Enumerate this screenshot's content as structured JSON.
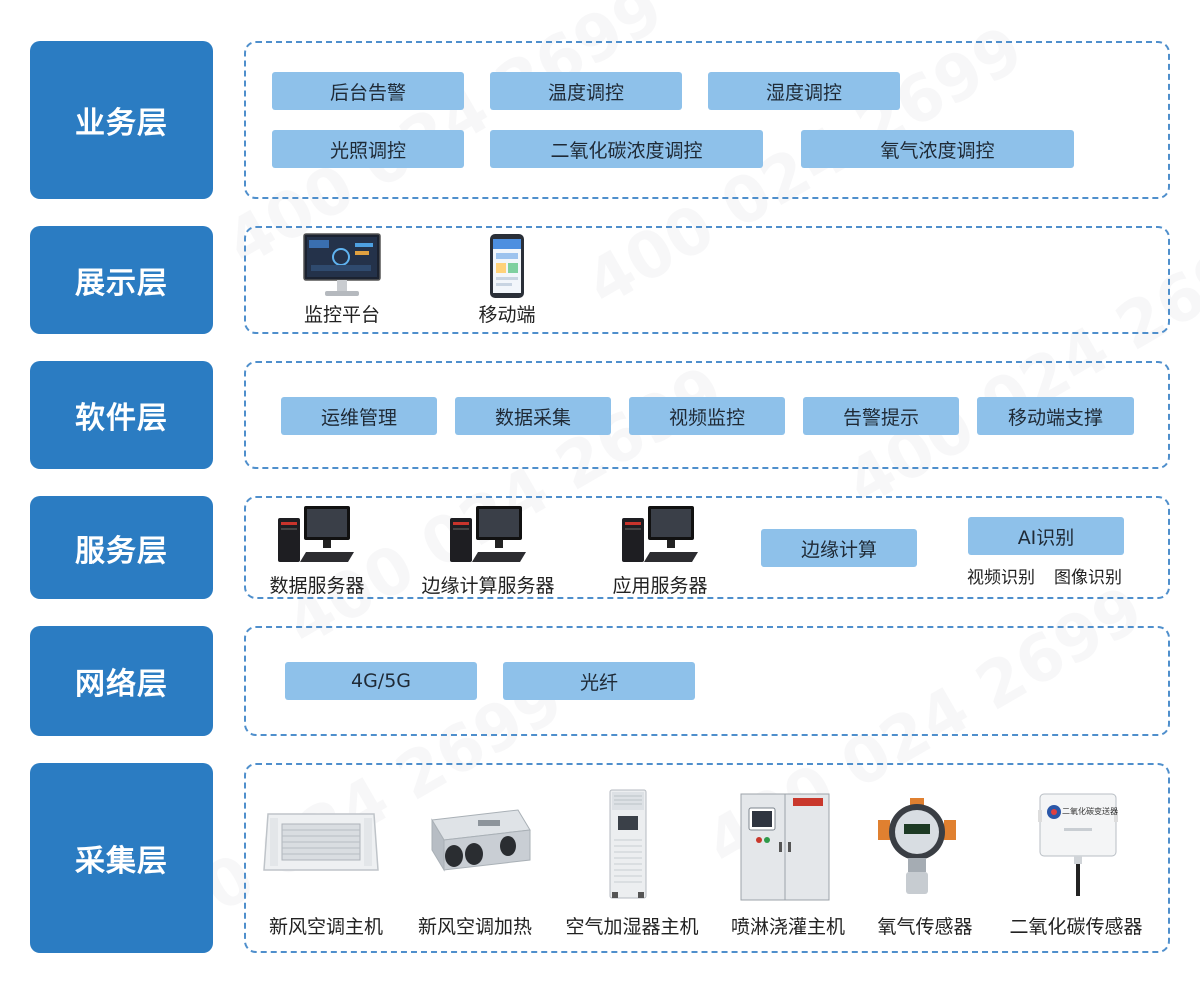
{
  "layers": [
    {
      "label": "业务层"
    },
    {
      "label": "展示层"
    },
    {
      "label": "软件层"
    },
    {
      "label": "服务层"
    },
    {
      "label": "网络层"
    },
    {
      "label": "采集层"
    }
  ],
  "business": [
    "后台告警",
    "温度调控",
    "湿度调控",
    "光照调控",
    "二氧化碳浓度调控",
    "氧气浓度调控"
  ],
  "display": [
    "监控平台",
    "移动端"
  ],
  "software": [
    "运维管理",
    "数据采集",
    "视频监控",
    "告警提示",
    "移动端支撑"
  ],
  "service": {
    "servers": [
      "数据服务器",
      "边缘计算服务器",
      "应用服务器"
    ],
    "edge": "边缘计算",
    "ai": "AI识别",
    "ai_sub1": "视频识别",
    "ai_sub2": "图像识别"
  },
  "network": [
    "4G/5G",
    "光纤"
  ],
  "collection": [
    "新风空调主机",
    "新风空调加热",
    "空气加湿器主机",
    "喷淋浇灌主机",
    "氧气传感器",
    "二氧化碳传感器"
  ],
  "device_text": {
    "co2_sensor_label": "二氧化碳变送器"
  },
  "watermark": "400 024 2699",
  "colors": {
    "accent": "#2b7cc2",
    "chip": "#8ec1ea",
    "border": "#4f8fcc"
  }
}
